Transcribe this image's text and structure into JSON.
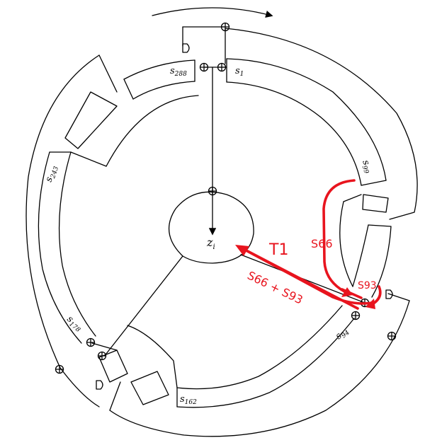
{
  "diagram": {
    "center_label": {
      "base": "z",
      "sub": "i"
    },
    "stage_labels": [
      {
        "id": "s1",
        "base": "s",
        "sub": "1"
      },
      {
        "id": "s288",
        "base": "s",
        "sub": "288"
      },
      {
        "id": "s99",
        "base": "s",
        "sub": "99"
      },
      {
        "id": "s243",
        "base": "s",
        "sub": "243"
      },
      {
        "id": "s178",
        "base": "s",
        "sub": "178"
      },
      {
        "id": "s94",
        "base": "s",
        "sub": "94"
      },
      {
        "id": "s162",
        "base": "s",
        "sub": "162"
      }
    ],
    "annotations": {
      "t1": "T1",
      "s66": "S66",
      "s93": "S93",
      "s66_plus_s93": "S66 + S93"
    },
    "colors": {
      "annotation": "#e8141e",
      "line": "#000000"
    },
    "icons": [
      "xor-icon",
      "and-gate-icon",
      "rotation-arrow-icon"
    ]
  }
}
